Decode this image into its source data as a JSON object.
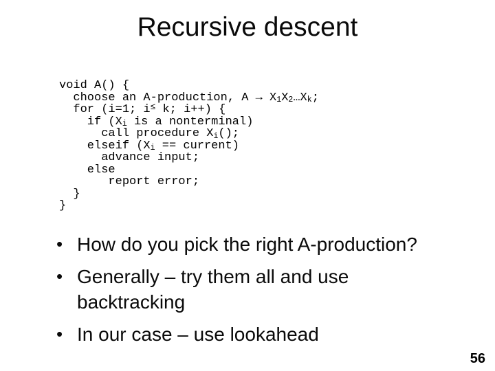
{
  "title": "Recursive descent",
  "bullet_glyph": "•",
  "code": {
    "lines": [
      "void A() {",
      "  choose an A-production, A → X~1~X~2~…X~k~;",
      "  for (i=1; i^≤^ k; i++) {",
      "    if (X~i~ is a nonterminal)",
      "      call procedure X~i~();",
      "    elseif (X~i~ == current)",
      "      advance input;",
      "    else",
      "       report error;",
      "  }",
      "}"
    ]
  },
  "bullets": [
    {
      "lines": [
        "How do you pick the right A-production?"
      ]
    },
    {
      "lines": [
        "Generally – try them all and use",
        "backtracking"
      ]
    },
    {
      "lines": [
        "In our case – use lookahead"
      ]
    }
  ],
  "page_number": "56"
}
